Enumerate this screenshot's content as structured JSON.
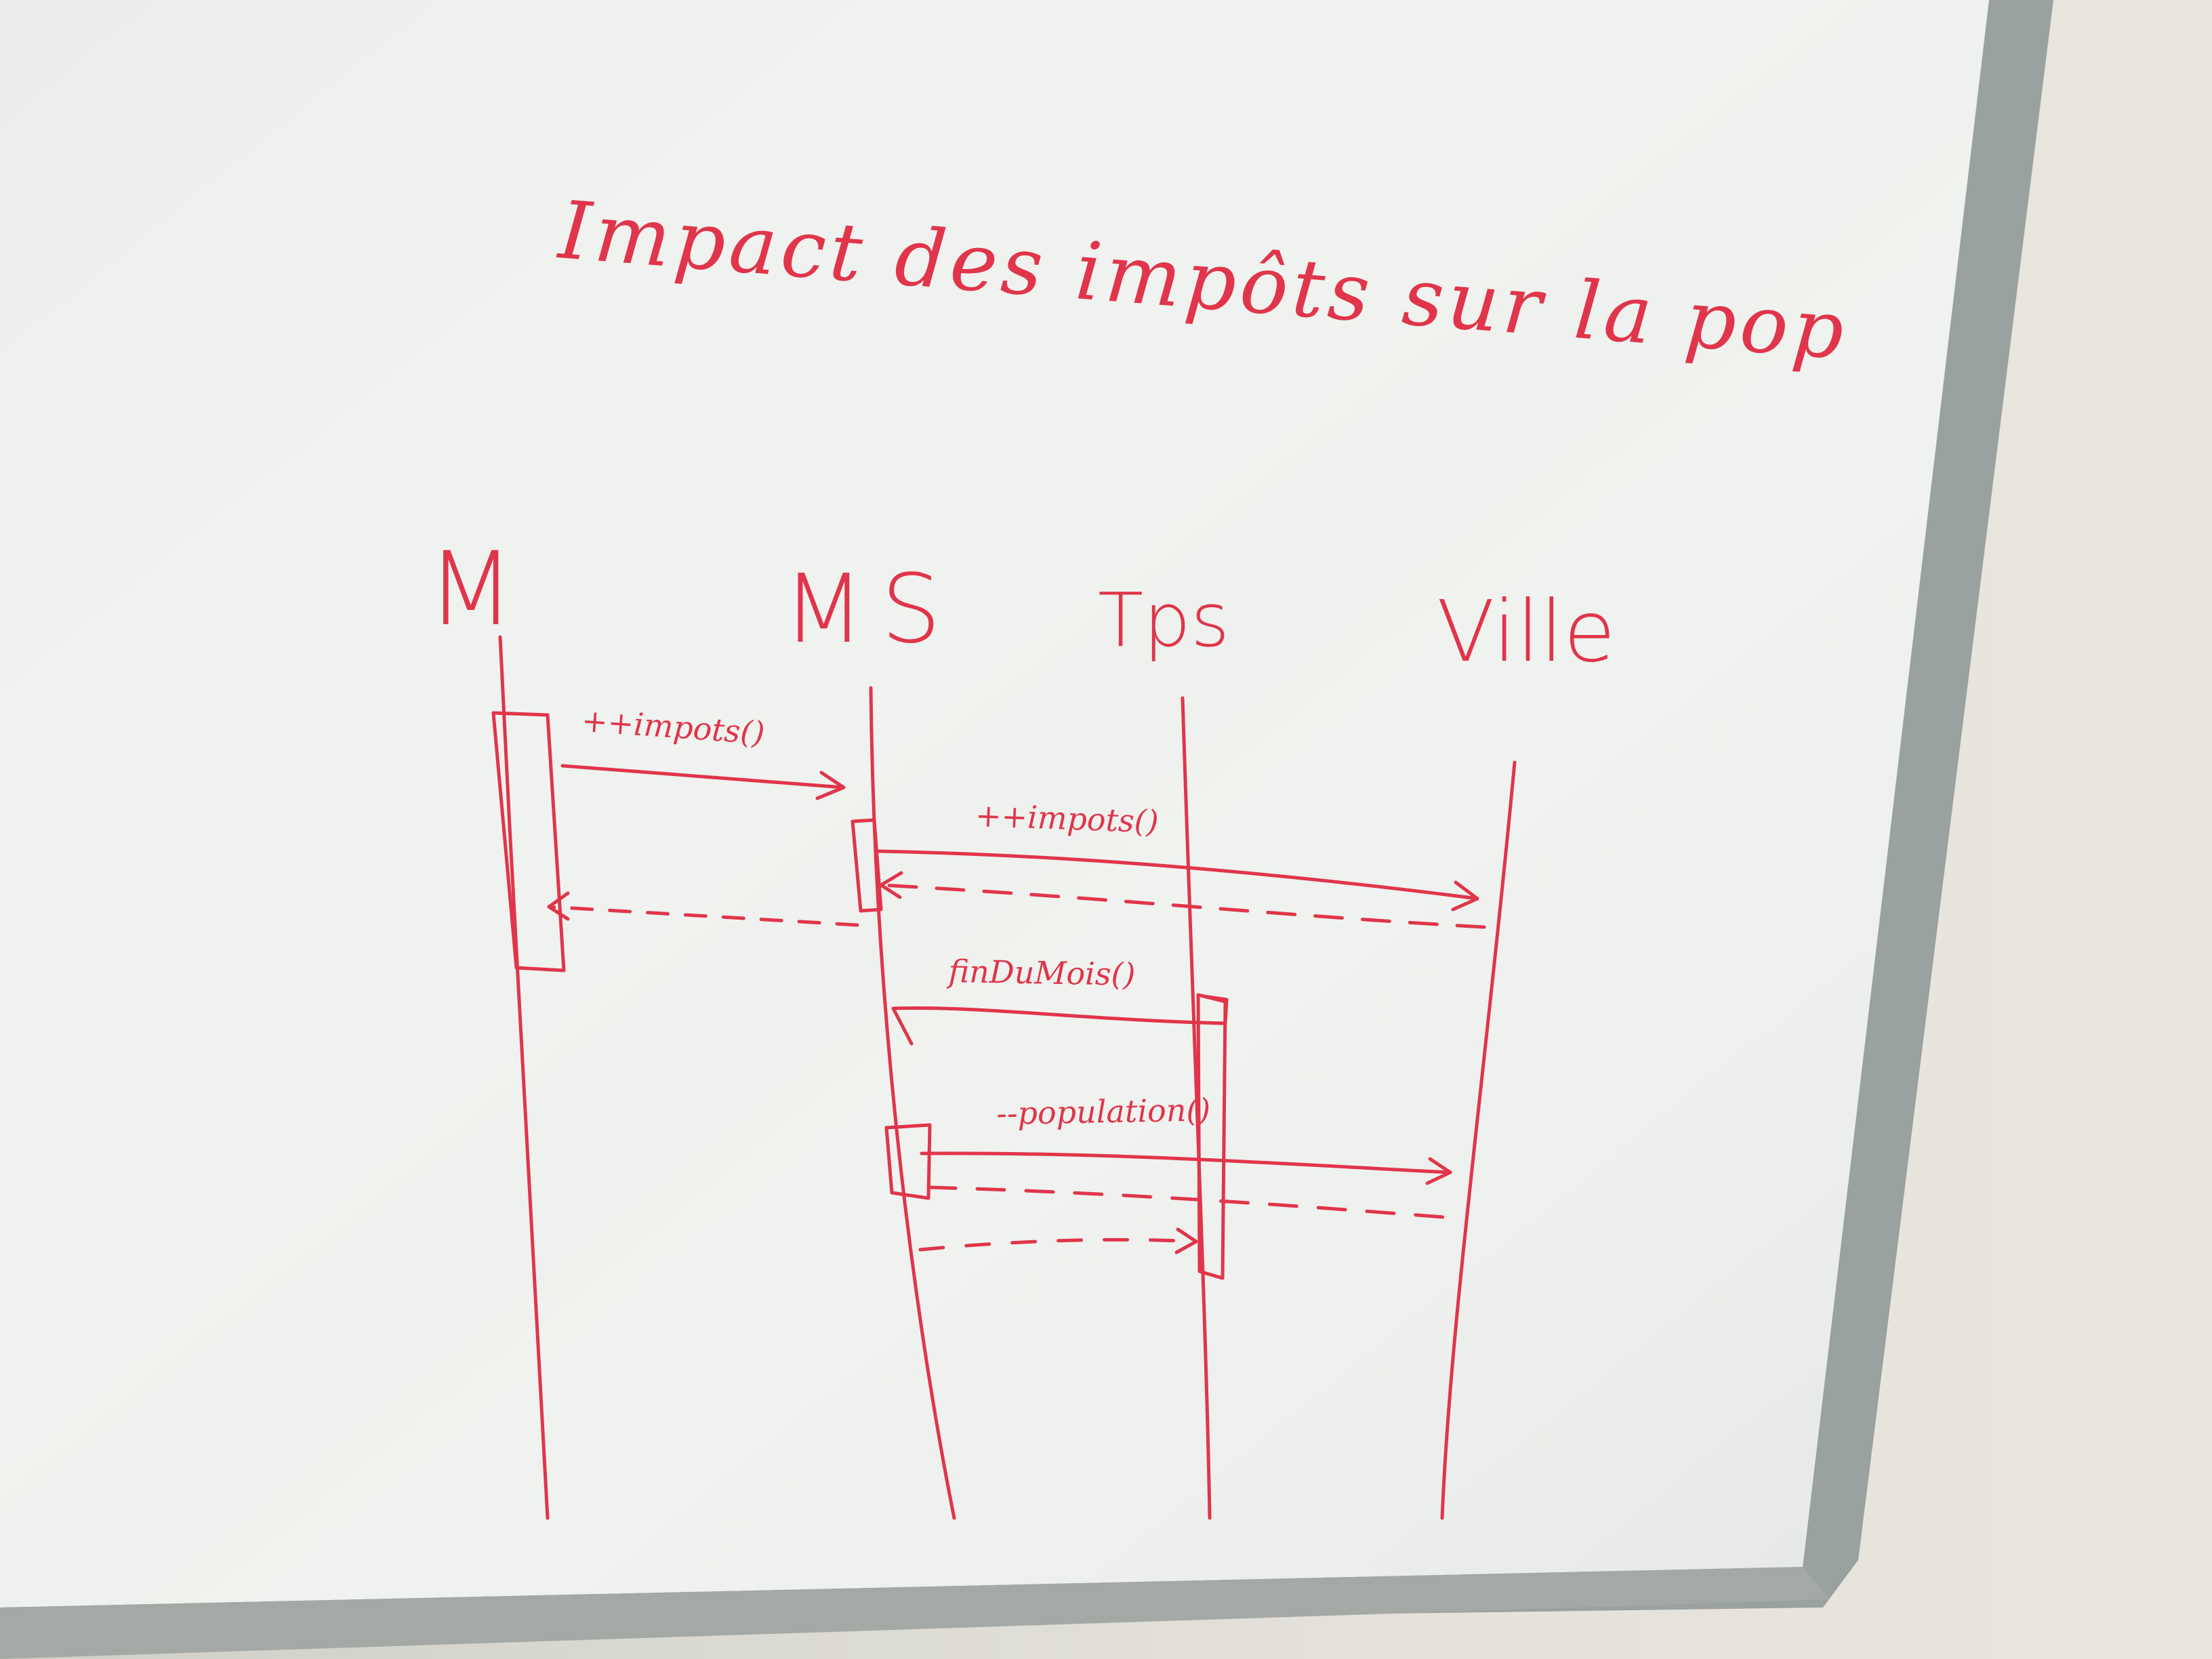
{
  "title": "Impact des impôts sur la pop",
  "actors": [
    "M",
    "MS",
    "Tps",
    "Ville"
  ],
  "messages": [
    "++impots()",
    "++impots()",
    "finDuMois()",
    "--population()"
  ],
  "colors": {
    "ink": "#e0354a",
    "board": "#f2f4f0",
    "frame": "#8f9696"
  }
}
